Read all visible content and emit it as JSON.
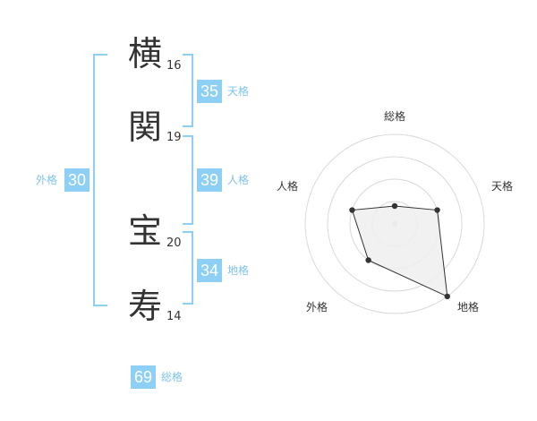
{
  "name_chars": [
    {
      "char": "横",
      "strokes": "16"
    },
    {
      "char": "関",
      "strokes": "19"
    },
    {
      "char": "宝",
      "strokes": "20"
    },
    {
      "char": "寿",
      "strokes": "14"
    }
  ],
  "fortunes": {
    "tenkaku": {
      "label": "天格",
      "value": "35"
    },
    "jinkaku": {
      "label": "人格",
      "value": "39"
    },
    "chikaku": {
      "label": "地格",
      "value": "34"
    },
    "gaikaku": {
      "label": "外格",
      "value": "30"
    },
    "soukaku": {
      "label": "総格",
      "value": "69"
    }
  },
  "radar": {
    "labels": {
      "top": "総格",
      "right": "天格",
      "bottom_right": "地格",
      "bottom_left": "外格",
      "left": "人格"
    },
    "levels": [
      0.2,
      0.5,
      1.0,
      0.5,
      0.5
    ],
    "rings": 4,
    "colors": {
      "ring": "#d9d9d9",
      "fill": "#eeeeee",
      "line": "#333333",
      "point": "#333333"
    }
  },
  "colors": {
    "accent": "#8ecff5"
  }
}
